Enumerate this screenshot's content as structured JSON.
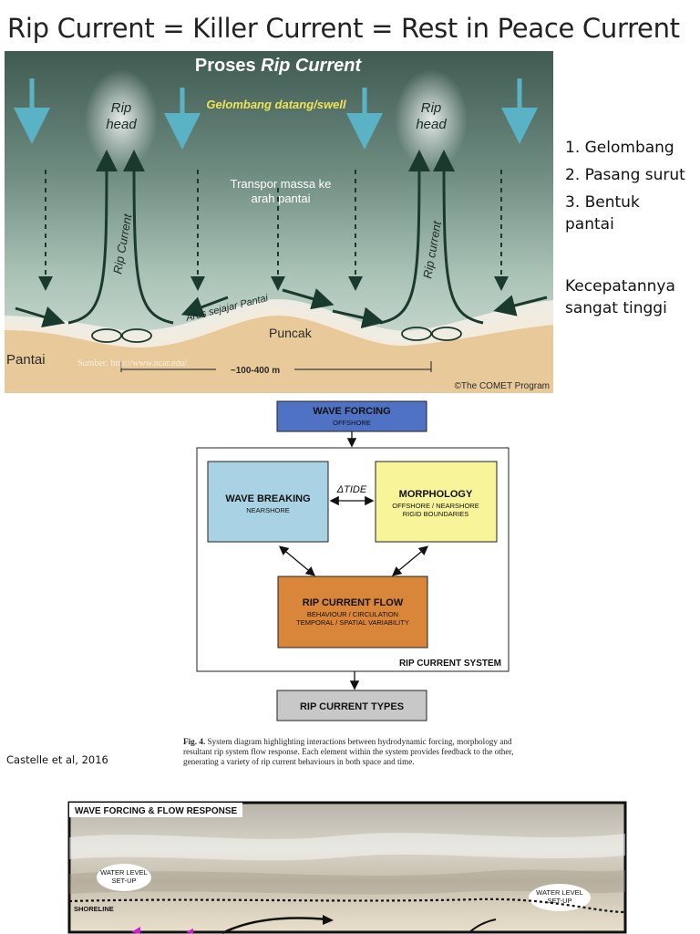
{
  "slide": {
    "title": "Rip Current = Killer Current = Rest in Peace Current",
    "factors": [
      "1. Gelombang",
      "2. Pasang surut",
      "3. Bentuk",
      "pantai"
    ],
    "note_lines": [
      "Kecepatannya",
      "sangat tinggi"
    ],
    "citation": "Castelle et al, 2016"
  },
  "rip_figure": {
    "title_prefix": "Proses ",
    "title_italic": "Rip Current",
    "rip_head": [
      "Rip",
      "head"
    ],
    "swell_label": "Gelombang datang/swell",
    "mass_transport": [
      "Transpor massa ke",
      "arah pantai"
    ],
    "rip_current_label": "Rip Current",
    "rip_current_label_2": "Rip current",
    "longshore_label": "Arus sejajar Pantai",
    "crest_label": "Puncak",
    "beach_label": "Pantai",
    "source_label": "Sumber: http://www.ncar.edu/",
    "spacing_label": "~100-400 m",
    "credit": "©The COMET Program"
  },
  "system_diagram": {
    "wave_forcing": {
      "title": "WAVE FORCING",
      "sub": "OFFSHORE"
    },
    "wave_breaking": {
      "title": "WAVE BREAKING",
      "sub": "NEARSHORE"
    },
    "tide_label": "ΔTIDE",
    "morphology": {
      "title": "MORPHOLOGY",
      "sub1": "OFFSHORE / NEARSHORE",
      "sub2": "RIGID BOUNDARIES"
    },
    "rip_flow": {
      "title": "RIP CURRENT FLOW",
      "sub1": "BEHAVIOUR / CIRCULATION",
      "sub2": "TEMPORAL / SPATIAL VARIABILITY"
    },
    "system_label": "RIP CURRENT SYSTEM",
    "types_label": "RIP CURRENT TYPES"
  },
  "caption": {
    "label": "Fig. 4.",
    "text": " System diagram highlighting interactions between hydrodynamic forcing, morphology and resultant rip system flow response. Each element within the system provides feedback to the other, generating a variety of rip current behaviours in both space and time."
  },
  "flow_figure": {
    "title": "WAVE FORCING & FLOW RESPONSE",
    "water_level_left": [
      "WATER LEVEL",
      "SET-UP"
    ],
    "water_level_right": [
      "WATER LEVEL",
      "SET-UP"
    ],
    "shoreline": "SHORELINE"
  }
}
